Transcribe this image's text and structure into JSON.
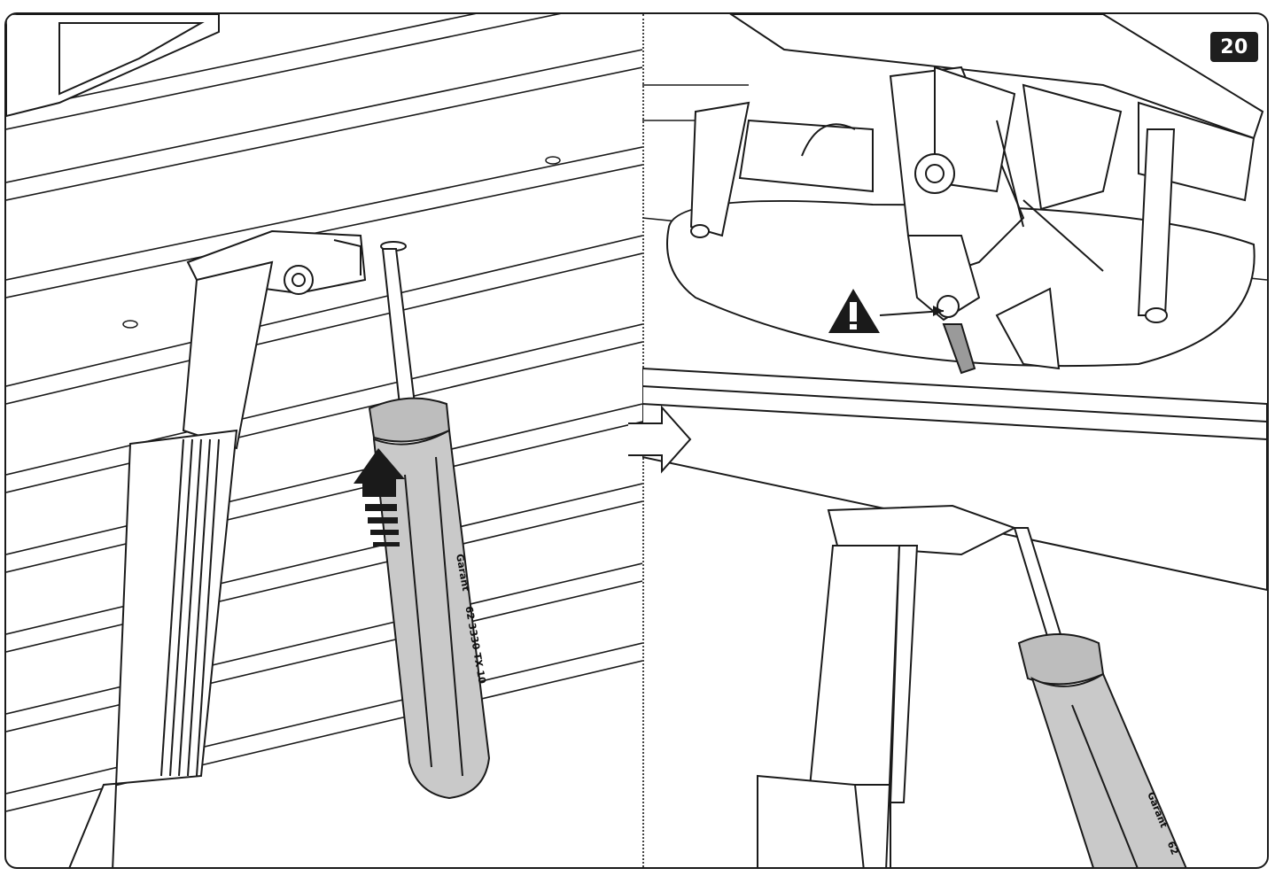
{
  "step": {
    "number": "20"
  },
  "tool": {
    "brand": "Garant",
    "model": "62 3330 TX 10",
    "brand_right": "Garant",
    "model_right": "62"
  },
  "icons": {
    "direction_arrow": "push-up-arrow-icon",
    "warning": "warning-triangle-icon",
    "next_step": "next-arrow-icon"
  },
  "colors": {
    "ink": "#1a1a1a",
    "handle": "#c9c9c9",
    "badge": "#1e1e1e"
  }
}
